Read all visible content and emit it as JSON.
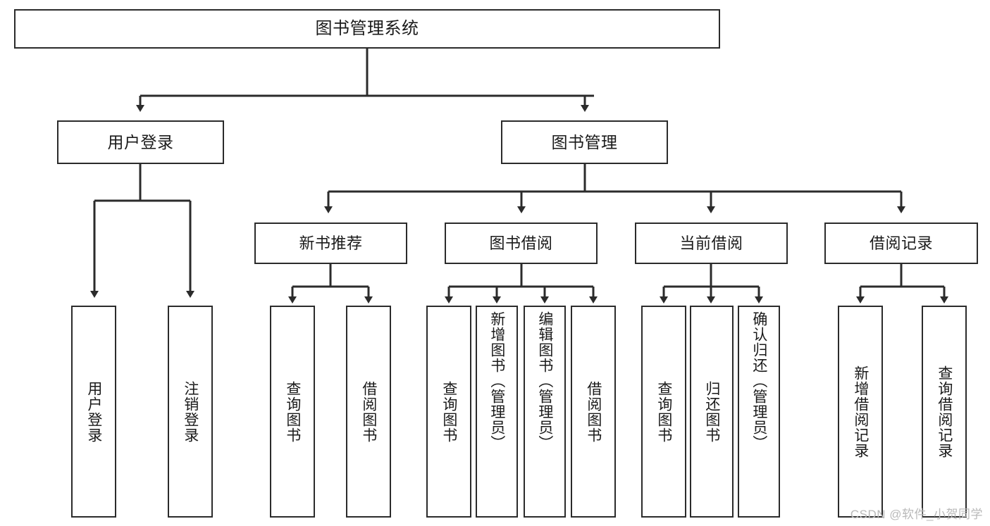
{
  "diagram": {
    "type": "hierarchy-tree",
    "title": "图书管理系统",
    "root": {
      "label": "图书管理系统"
    },
    "level1": [
      {
        "label": "用户登录"
      },
      {
        "label": "图书管理"
      }
    ],
    "level2": [
      {
        "label": "新书推荐"
      },
      {
        "label": "图书借阅"
      },
      {
        "label": "当前借阅"
      },
      {
        "label": "借阅记录"
      }
    ],
    "leaves": {
      "user_login": [
        {
          "label": "用户登录"
        },
        {
          "label": "注销登录"
        }
      ],
      "new_book_recommend": [
        {
          "label": "查询图书"
        },
        {
          "label": "借阅图书"
        }
      ],
      "book_borrow": [
        {
          "label": "查询图书"
        },
        {
          "label": "新增图书（管理员）"
        },
        {
          "label": "编辑图书（管理员）"
        },
        {
          "label": "借阅图书"
        }
      ],
      "current_borrow": [
        {
          "label": "查询图书"
        },
        {
          "label": "归还图书"
        },
        {
          "label": "确认归还（管理员）"
        }
      ],
      "borrow_record": [
        {
          "label": "新增借阅记录"
        },
        {
          "label": "查询借阅记录"
        }
      ]
    },
    "colors": {
      "stroke": "#2b2b2b",
      "fill": "#ffffff",
      "text": "#1a1a1a",
      "watermark": "#b9b9b9"
    }
  },
  "watermark": {
    "text": "CSDN @软件_小贺同学"
  }
}
